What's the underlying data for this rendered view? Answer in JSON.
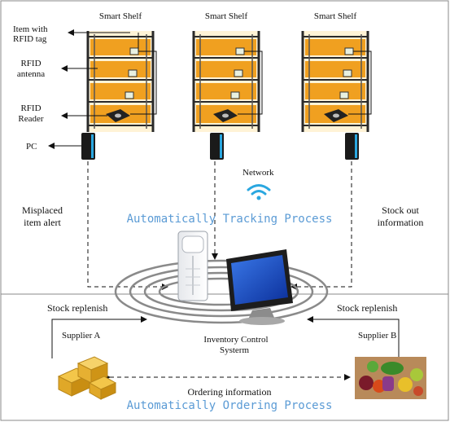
{
  "shelves": [
    {
      "title": "Smart Shelf"
    },
    {
      "title": "Smart Shelf"
    },
    {
      "title": "Smart Shelf"
    }
  ],
  "left_labels": {
    "item_tag": [
      "Item with",
      "RFID tag"
    ],
    "antenna": [
      "RFID",
      "antenna"
    ],
    "reader": [
      "RFID",
      "Reader"
    ],
    "pc": "PC"
  },
  "network": "Network",
  "misplaced_alert": [
    "Misplaced",
    "item alert"
  ],
  "stock_out": [
    "Stock out",
    "information"
  ],
  "tracking_process": "Automatically Tracking Process",
  "stock_replenish_left": "Stock replenish",
  "stock_replenish_right": "Stock replenish",
  "supplier_a": "Supplier A",
  "supplier_b": "Supplier B",
  "inventory_system": [
    "Inventory Control",
    "Systerm"
  ],
  "ordering_info": "Ordering information",
  "ordering_process": "Automatically Ordering Process",
  "colors": {
    "shelf_frame": "#2a2a2a",
    "shelf_board": "#f0a020",
    "shelf_bg": "#fff3d6",
    "process_text": "#5b9bd5",
    "wifi": "#2aa7e0"
  }
}
